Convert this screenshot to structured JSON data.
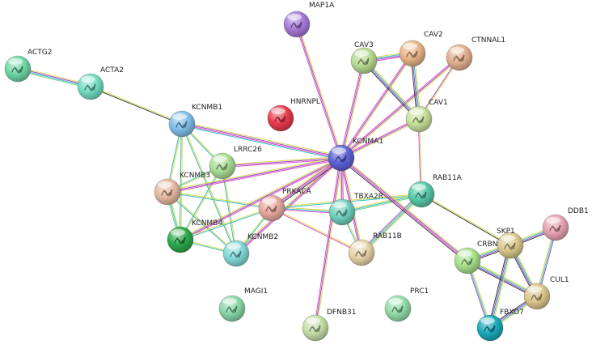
{
  "network": {
    "nodes": [
      {
        "id": "MAP1A",
        "label": "MAP1A",
        "color": "#a678d8"
      },
      {
        "id": "ACTG2",
        "label": "ACTG2",
        "color": "#6fd6a4"
      },
      {
        "id": "ACTA2",
        "label": "ACTA2",
        "color": "#72dcc0"
      },
      {
        "id": "CAV3",
        "label": "CAV3",
        "color": "#b6d990"
      },
      {
        "id": "CAV2",
        "label": "CAV2",
        "color": "#e8b487"
      },
      {
        "id": "CTNNAL1",
        "label": "CTNNAL1",
        "color": "#e2b08f"
      },
      {
        "id": "HNRNPL",
        "label": "HNRNPL",
        "color": "#e83a4b"
      },
      {
        "id": "KCNMB1",
        "label": "KCNMB1",
        "color": "#7ebde8"
      },
      {
        "id": "CAV1",
        "label": "CAV1",
        "color": "#c7df9a"
      },
      {
        "id": "KCNMA1",
        "label": "KCNMA1",
        "color": "#5c62d6"
      },
      {
        "id": "LRRC26",
        "label": "LRRC26",
        "color": "#a7dc94"
      },
      {
        "id": "KCNMB3",
        "label": "KCNMB3",
        "color": "#e4b8a0"
      },
      {
        "id": "RAB11A",
        "label": "RAB11A",
        "color": "#55c7a6"
      },
      {
        "id": "PRKACA",
        "label": "PRKACA",
        "color": "#e6a8a0"
      },
      {
        "id": "TBXA2R",
        "label": "TBXA2R",
        "color": "#6fcfbc"
      },
      {
        "id": "DDB1",
        "label": "DDB1",
        "color": "#e8a2b2"
      },
      {
        "id": "KCNMB4",
        "label": "KCNMB4",
        "color": "#2aa84a"
      },
      {
        "id": "SKP1",
        "label": "SKP1",
        "color": "#d9c88a"
      },
      {
        "id": "KCNMB2",
        "label": "KCNMB2",
        "color": "#7fd8d6"
      },
      {
        "id": "CRBN",
        "label": "CRBN",
        "color": "#a8e08a"
      },
      {
        "id": "RAB11B",
        "label": "RAB11B",
        "color": "#e6d2a6"
      },
      {
        "id": "CUL1",
        "label": "CUL1",
        "color": "#dbc48c"
      },
      {
        "id": "MAGI1",
        "label": "MAGI1",
        "color": "#88d6a8"
      },
      {
        "id": "PRC1",
        "label": "PRC1",
        "color": "#92dca8"
      },
      {
        "id": "FBXO7",
        "label": "FBXO7",
        "color": "#1aa8b8"
      },
      {
        "id": "DFNB31",
        "label": "DFNB31",
        "color": "#c4dea6"
      }
    ],
    "edges": [
      {
        "source": "ACTG2",
        "target": "ACTA2",
        "colors": [
          "#d4d840",
          "#9a40c8",
          "#2ab7c2",
          "#70c97a"
        ]
      },
      {
        "source": "ACTA2",
        "target": "KCNMB1",
        "colors": [
          "#d4d840",
          "#333333"
        ]
      },
      {
        "source": "MAP1A",
        "target": "KCNMA1",
        "colors": [
          "#d4d840",
          "#9a40c8",
          "#e040c0"
        ]
      },
      {
        "source": "KCNMB1",
        "target": "KCNMA1",
        "colors": [
          "#d4d840",
          "#9a40c8",
          "#e040c0",
          "#2ab7c2"
        ]
      },
      {
        "source": "KCNMB1",
        "target": "LRRC26",
        "colors": [
          "#d4d840",
          "#2ab7c2"
        ]
      },
      {
        "source": "KCNMB1",
        "target": "KCNMB3",
        "colors": [
          "#d4d840",
          "#2ab7c2"
        ]
      },
      {
        "source": "KCNMB1",
        "target": "KCNMB4",
        "colors": [
          "#d4d840",
          "#2ab7c2"
        ]
      },
      {
        "source": "KCNMB1",
        "target": "KCNMB2",
        "colors": [
          "#d4d840",
          "#2ab7c2"
        ]
      },
      {
        "source": "LRRC26",
        "target": "KCNMA1",
        "colors": [
          "#d4d840",
          "#9a40c8",
          "#e040c0"
        ]
      },
      {
        "source": "LRRC26",
        "target": "KCNMB4",
        "colors": [
          "#d4d840",
          "#2ab7c2"
        ]
      },
      {
        "source": "LRRC26",
        "target": "KCNMB2",
        "colors": [
          "#d4d840",
          "#2ab7c2"
        ]
      },
      {
        "source": "LRRC26",
        "target": "KCNMB3",
        "colors": [
          "#d4d840",
          "#2ab7c2"
        ]
      },
      {
        "source": "KCNMB3",
        "target": "KCNMA1",
        "colors": [
          "#d4d840",
          "#9a40c8",
          "#e040c0"
        ]
      },
      {
        "source": "KCNMB3",
        "target": "KCNMB4",
        "colors": [
          "#d4d840",
          "#2ab7c2",
          "#70c97a"
        ]
      },
      {
        "source": "KCNMB3",
        "target": "KCNMB2",
        "colors": [
          "#d4d840",
          "#2ab7c2"
        ]
      },
      {
        "source": "KCNMB3",
        "target": "PRKACA",
        "colors": [
          "#d4d840",
          "#2ab7c2"
        ]
      },
      {
        "source": "KCNMB4",
        "target": "KCNMA1",
        "colors": [
          "#d4d840",
          "#9a40c8",
          "#e040c0"
        ]
      },
      {
        "source": "KCNMB4",
        "target": "KCNMB2",
        "colors": [
          "#d4d840",
          "#2ab7c2"
        ]
      },
      {
        "source": "KCNMB4",
        "target": "PRKACA",
        "colors": [
          "#d4d840",
          "#2ab7c2"
        ]
      },
      {
        "source": "KCNMB2",
        "target": "KCNMA1",
        "colors": [
          "#d4d840",
          "#9a40c8",
          "#e040c0"
        ]
      },
      {
        "source": "KCNMB2",
        "target": "PRKACA",
        "colors": [
          "#d4d840",
          "#2ab7c2"
        ]
      },
      {
        "source": "PRKACA",
        "target": "KCNMA1",
        "colors": [
          "#d4d840",
          "#9a40c8",
          "#e040c0",
          "#333333"
        ]
      },
      {
        "source": "PRKACA",
        "target": "TBXA2R",
        "colors": [
          "#d4d840",
          "#2ab7c2",
          "#e040c0"
        ]
      },
      {
        "source": "PRKACA",
        "target": "RAB11B",
        "colors": [
          "#d4d840",
          "#e040c0"
        ]
      },
      {
        "source": "PRKACA",
        "target": "RAB11A",
        "colors": [
          "#d4d840",
          "#2ab7c2"
        ]
      },
      {
        "source": "TBXA2R",
        "target": "KCNMA1",
        "colors": [
          "#d4d840",
          "#9a40c8",
          "#e040c0"
        ]
      },
      {
        "source": "TBXA2R",
        "target": "RAB11A",
        "colors": [
          "#d4d840",
          "#2ab7c2",
          "#70c97a"
        ]
      },
      {
        "source": "TBXA2R",
        "target": "RAB11B",
        "colors": [
          "#d4d840",
          "#2ab7c2"
        ]
      },
      {
        "source": "RAB11A",
        "target": "RAB11B",
        "colors": [
          "#d4d840",
          "#2ab7c2",
          "#70c97a",
          "#9a40c8"
        ]
      },
      {
        "source": "RAB11A",
        "target": "SKP1",
        "colors": [
          "#d4d840",
          "#333333"
        ]
      },
      {
        "source": "CAV1",
        "target": "RAB11A",
        "colors": [
          "#d4d840",
          "#e040c0"
        ]
      },
      {
        "source": "CAV3",
        "target": "KCNMA1",
        "colors": [
          "#d4d840",
          "#9a40c8",
          "#e040c0"
        ]
      },
      {
        "source": "CAV2",
        "target": "KCNMA1",
        "colors": [
          "#d4d840",
          "#9a40c8",
          "#e040c0"
        ]
      },
      {
        "source": "CTNNAL1",
        "target": "KCNMA1",
        "colors": [
          "#d4d840",
          "#9a40c8",
          "#e040c0"
        ]
      },
      {
        "source": "CAV1",
        "target": "KCNMA1",
        "colors": [
          "#d4d840",
          "#9a40c8",
          "#e040c0"
        ]
      },
      {
        "source": "CAV3",
        "target": "CAV2",
        "colors": [
          "#d4d840",
          "#2ab7c2",
          "#9a40c8",
          "#e040c0"
        ]
      },
      {
        "source": "CAV3",
        "target": "CAV1",
        "colors": [
          "#d4d840",
          "#2ab7c2",
          "#9a40c8",
          "#333333"
        ]
      },
      {
        "source": "CAV2",
        "target": "CAV1",
        "colors": [
          "#d4d840",
          "#2ab7c2",
          "#9a40c8",
          "#333333"
        ]
      },
      {
        "source": "CTNNAL1",
        "target": "CAV1",
        "colors": [
          "#d4d840",
          "#9a40c8"
        ]
      },
      {
        "source": "KCNMA1",
        "target": "RAB11B",
        "colors": [
          "#d4d840",
          "#9a40c8",
          "#e040c0"
        ]
      },
      {
        "source": "KCNMA1",
        "target": "DFNB31",
        "colors": [
          "#d4d840",
          "#9a40c8",
          "#e040c0"
        ]
      },
      {
        "source": "KCNMA1",
        "target": "CRBN",
        "colors": [
          "#d4d840",
          "#9a40c8",
          "#e040c0",
          "#333333"
        ]
      },
      {
        "source": "CRBN",
        "target": "SKP1",
        "colors": [
          "#d4d840",
          "#2ab7c2",
          "#9a40c8",
          "#333333"
        ]
      },
      {
        "source": "CRBN",
        "target": "CUL1",
        "colors": [
          "#d4d840",
          "#2ab7c2",
          "#9a40c8",
          "#333333"
        ]
      },
      {
        "source": "CRBN",
        "target": "FBXO7",
        "colors": [
          "#d4d840",
          "#2ab7c2",
          "#9a40c8"
        ]
      },
      {
        "source": "SKP1",
        "target": "DDB1",
        "colors": [
          "#d4d840",
          "#2ab7c2",
          "#9a40c8",
          "#333333"
        ]
      },
      {
        "source": "SKP1",
        "target": "CUL1",
        "colors": [
          "#d4d840",
          "#2ab7c2",
          "#9a40c8",
          "#333333"
        ]
      },
      {
        "source": "SKP1",
        "target": "FBXO7",
        "colors": [
          "#d4d840",
          "#2ab7c2",
          "#9a40c8",
          "#333333"
        ]
      },
      {
        "source": "CUL1",
        "target": "DDB1",
        "colors": [
          "#d4d840",
          "#2ab7c2",
          "#9a40c8"
        ]
      },
      {
        "source": "CUL1",
        "target": "FBXO7",
        "colors": [
          "#d4d840",
          "#2ab7c2",
          "#9a40c8",
          "#333333"
        ]
      }
    ]
  }
}
